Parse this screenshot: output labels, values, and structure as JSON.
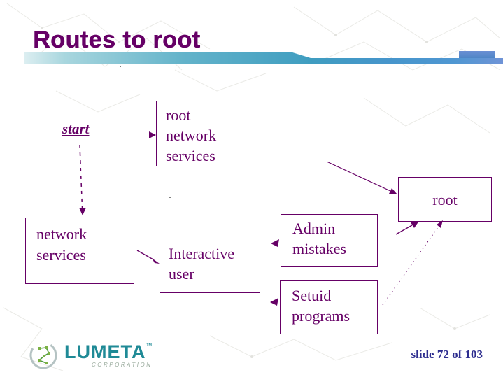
{
  "title": "Routes to root",
  "footer": {
    "slide_counter": "slide 72 of 103"
  },
  "logo": {
    "brand": "LUMETA",
    "trademark": "™",
    "subtitle": "CORPORATION"
  },
  "diagram": {
    "start_label": "start",
    "boxes": {
      "root_network_services": {
        "lines": [
          "root",
          "network",
          "services"
        ]
      },
      "network_services": {
        "lines": [
          "network",
          "services"
        ]
      },
      "interactive_user": {
        "lines": [
          "Interactive",
          "user"
        ]
      },
      "admin_mistakes": {
        "lines": [
          "Admin",
          "mistakes"
        ]
      },
      "setuid_programs": {
        "lines": [
          "Setuid",
          "programs"
        ]
      },
      "root": {
        "lines": [
          "root"
        ]
      }
    },
    "edges": [
      {
        "from": "start",
        "to": "network services",
        "style": "dashed-arrow"
      },
      {
        "from": "start",
        "to": "root network services",
        "style": "arrowhead-only"
      },
      {
        "from": "network services",
        "to": "Interactive user",
        "style": "solid-arrow"
      },
      {
        "from": "Interactive user",
        "to": "Admin mistakes",
        "style": "arrowhead-only-left"
      },
      {
        "from": "Interactive user",
        "to": "Setuid programs",
        "style": "arrowhead-only-left"
      },
      {
        "from": "root network services",
        "to": "root",
        "style": "solid-arrow"
      },
      {
        "from": "Admin mistakes",
        "to": "root",
        "style": "solid-arrow"
      },
      {
        "from": "Setuid programs",
        "to": "root",
        "style": "dotted-arrow"
      }
    ]
  },
  "colors": {
    "accent_purple": "#660066",
    "footer_navy": "#2d2d8f",
    "bar_teal": "#4aa6c4",
    "bar_blue": "#4f97d2",
    "bar_violet": "#5d87cb",
    "logo_teal": "#1f8a96",
    "logo_green": "#6fae3d",
    "logo_gray": "#9bac9e"
  }
}
